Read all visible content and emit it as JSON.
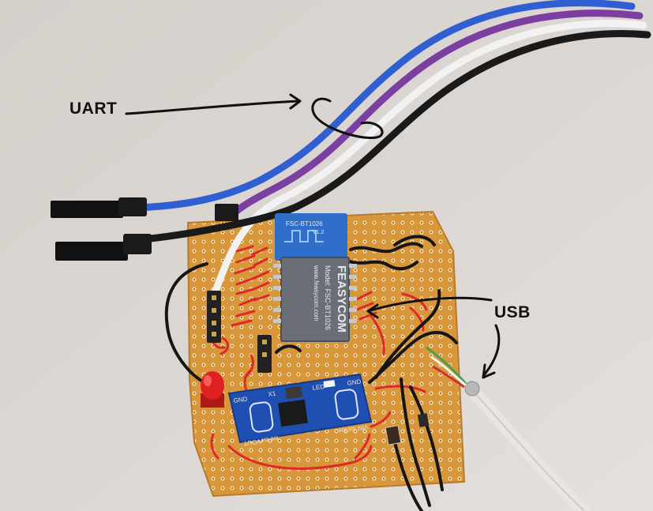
{
  "annotations": {
    "uart_label": "UART",
    "usb_label": "USB"
  },
  "module": {
    "brand": "FEASYCOM",
    "model": "Model: FSC-BT1026",
    "website": "www.feasycom.com",
    "antenna_label": "FSC-BT1026",
    "version": "V1.2"
  },
  "regulator_board": {
    "pin_gnd_left": "GND",
    "pin_vout": "VOUT",
    "pin_gnd_right": "GND",
    "pin_vin": "VIN",
    "pin_x1": "X1",
    "pin_led": "LED",
    "code_left": "I06 I04",
    "code_right": "I06 I04"
  },
  "colors": {
    "background": "#d9d4d0",
    "pcb": "#d8973a",
    "wire_blue": "#2f5fd0",
    "wire_purple": "#7b3fa0",
    "wire_white": "#f2f2f2",
    "wire_black": "#1a1a1a",
    "solder_red": "#e0282a",
    "module_blue": "#2f6fc9",
    "annotation_ink": "#111111"
  }
}
